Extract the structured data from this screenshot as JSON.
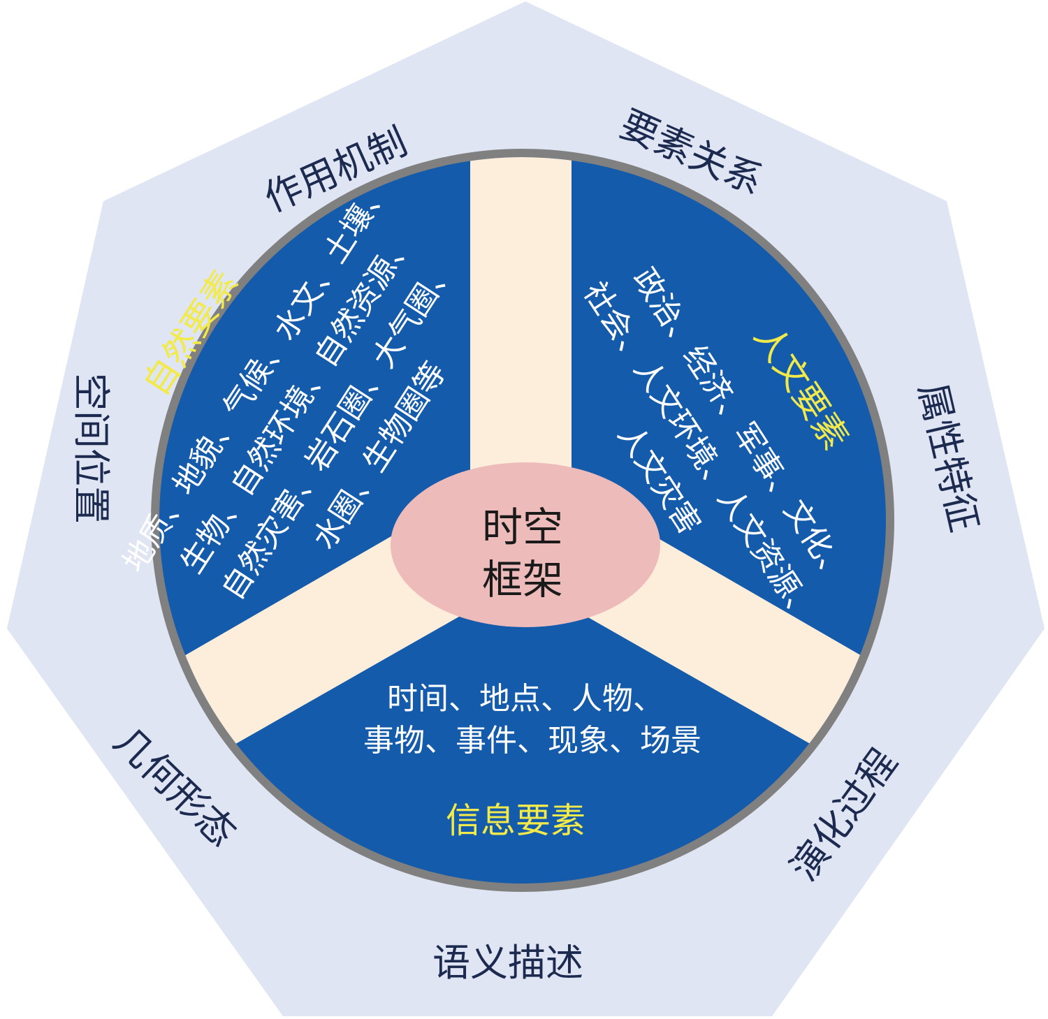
{
  "colors": {
    "heptagon_fill": "#dfe5f3",
    "circle_border": "#808080",
    "sector_fill": "#155bab",
    "spoke_fill": "#fdeedb",
    "center_fill": "#eebbbb",
    "title_color": "#f2ea4a",
    "outer_text_color": "#1c2a4f"
  },
  "outer_labels": {
    "mechanism": "作用机制",
    "relation": "要素关系",
    "attribute": "属性特征",
    "evolution": "演化过程",
    "semantic": "语义描述",
    "geometry": "几何形态",
    "position": "空间位置"
  },
  "center": {
    "line1": "时空",
    "line2": "框架"
  },
  "natural": {
    "title": "自然要素",
    "lines": [
      "地质、地貌、气候、水文、土壤、",
      "生物、自然环境、自然资源、",
      "自然灾害、岩石圈、大气圈、",
      "水圈、生物圈等"
    ]
  },
  "human": {
    "title": "人文要素",
    "lines": [
      "政治、经济、军事、文化、",
      "社会、人文环境、人文资源、",
      "人文灾害"
    ]
  },
  "info": {
    "title": "信息要素",
    "lines": [
      "时间、地点、人物、",
      "事物、事件、现象、场景"
    ]
  }
}
